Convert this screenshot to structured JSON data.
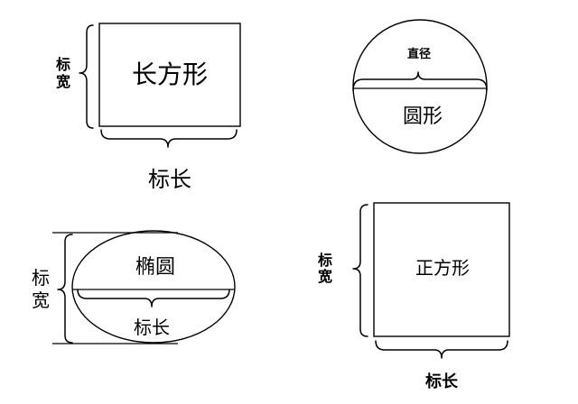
{
  "rectangle": {
    "name": "长方形",
    "width_label": "标宽",
    "length_label": "标长"
  },
  "circle": {
    "name": "圆形",
    "diameter_label": "直径"
  },
  "ellipse": {
    "name": "椭圆",
    "width_label": "标宽",
    "length_label": "标长"
  },
  "square": {
    "name": "正方形",
    "width_label": "标宽",
    "length_label": "标长"
  }
}
